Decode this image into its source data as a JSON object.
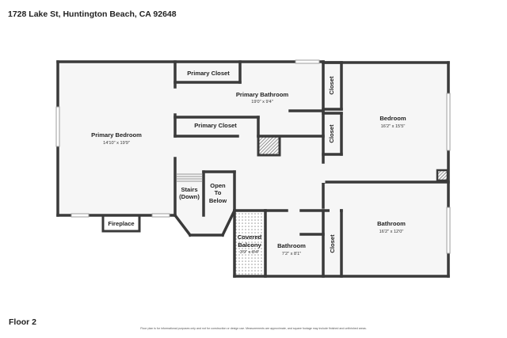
{
  "address": "1728 Lake St, Huntington Beach, CA 92648",
  "floor_label": "Floor 2",
  "disclaimer": "Floor plan is for informational purposes only and not for construction or design use. Measurements are approximate, and square footage may include finished and unfinished areas.",
  "rooms": {
    "primary_bedroom": {
      "name": "Primary Bedroom",
      "dim": "14'10\" x 19'9\""
    },
    "primary_closet_top": {
      "name": "Primary Closet"
    },
    "primary_bathroom": {
      "name": "Primary Bathroom",
      "dim": "19'0\" x 9'4\""
    },
    "primary_closet_mid": {
      "name": "Primary Closet"
    },
    "bedroom": {
      "name": "Bedroom",
      "dim": "16'2\" x 15'5\""
    },
    "closet_a": {
      "name": "Closet"
    },
    "closet_b": {
      "name": "Closet"
    },
    "closet_c": {
      "name": "Closet"
    },
    "stairs": {
      "line1": "Stairs",
      "line2": "(Down)"
    },
    "open_to_below": {
      "line1": "Open",
      "line2": "To",
      "line3": "Below"
    },
    "fireplace": {
      "name": "Fireplace"
    },
    "covered_balcony": {
      "line1": "Covered",
      "line2": "Balcony",
      "dim": "3'9\" x 8'4\""
    },
    "bathroom_small": {
      "name": "Bathroom",
      "dim": "7'2\" x 8'1\""
    },
    "bathroom_large": {
      "name": "Bathroom",
      "dim": "16'2\" x 12'0\""
    }
  },
  "colors": {
    "wall": "#3a3a3a",
    "floor": "#f6f6f6",
    "window": "#bdbdbd"
  }
}
